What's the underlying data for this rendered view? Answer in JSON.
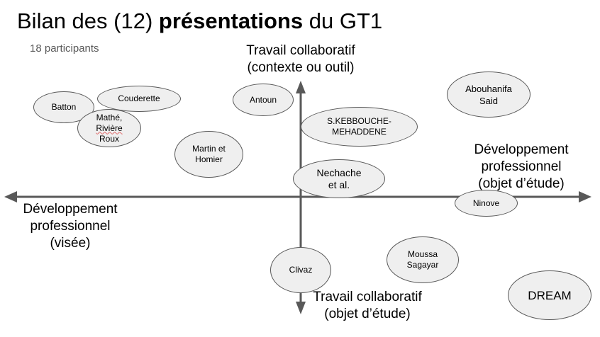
{
  "header": {
    "title_part1": "Bilan des (12) ",
    "title_bold": "présentations",
    "title_part2": " du GT1",
    "participants": "18 participants"
  },
  "axes": {
    "top": [
      "Travail collaboratif",
      "(contexte ou outil)"
    ],
    "bottom": [
      "Travail collaboratif",
      "(objet d’étude)"
    ],
    "left": [
      "Développement",
      "professionnel",
      "(visée)"
    ],
    "right": [
      "Développement",
      "professionnel",
      "(objet d’étude)"
    ]
  },
  "presentations": {
    "batton": "Batton",
    "couderette": "Couderette",
    "mathe": [
      "Mathé,",
      "Rivière",
      "Roux"
    ],
    "antoun": "Antoun",
    "abouhanifa": [
      "Abouhanifa",
      "Said"
    ],
    "kebbouche": [
      "S.KEBBOUCHE-",
      "MEHADDENE"
    ],
    "martin": [
      "Martin et",
      "Homier"
    ],
    "nechache": [
      "Nechache",
      "et al."
    ],
    "ninove": "Ninove",
    "clivaz": "Clivaz",
    "moussa": [
      "Moussa",
      "Sagayar"
    ],
    "dream": "DREAM"
  },
  "colors": {
    "axis": "#595959",
    "bubble_fill": "#efefef",
    "bubble_border": "#595959",
    "spellcheck_underline": "#e06666"
  }
}
